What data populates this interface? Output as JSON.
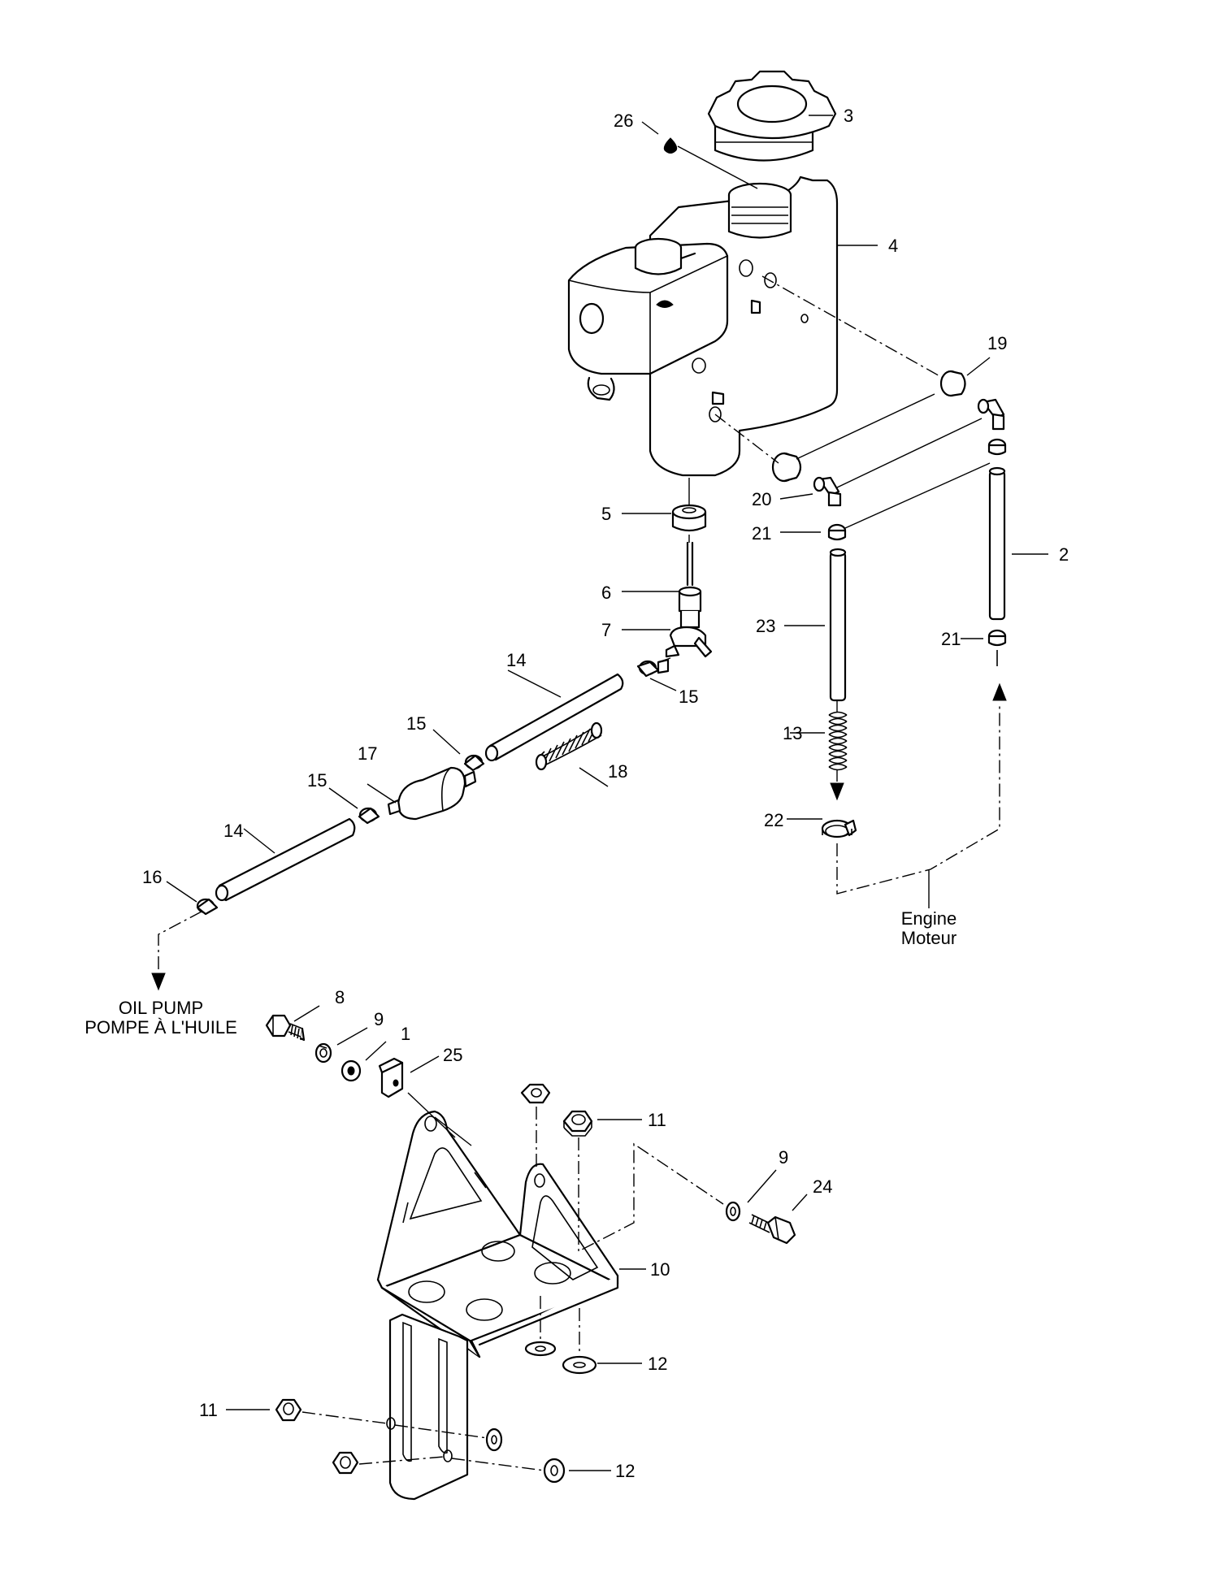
{
  "labels": {
    "p1": "1",
    "p2": "2",
    "p3": "3",
    "p4": "4",
    "p5": "5",
    "p6": "6",
    "p7": "7",
    "p8": "8",
    "p9a": "9",
    "p9b": "9",
    "p10": "10",
    "p11a": "11",
    "p11b": "11",
    "p12a": "12",
    "p12b": "12",
    "p13": "13",
    "p14a": "14",
    "p14b": "14",
    "p15a": "15",
    "p15b": "15",
    "p15c": "15",
    "p16": "16",
    "p17": "17",
    "p18": "18",
    "p19": "19",
    "p20": "20",
    "p21a": "21",
    "p21b": "21",
    "p22": "22",
    "p23": "23",
    "p24": "24",
    "p25": "25",
    "p26": "26"
  },
  "captions": {
    "engine_en": "Engine",
    "engine_fr": "Moteur",
    "oil_pump_en": "OIL PUMP",
    "oil_pump_fr": "POMPE À L'HUILE"
  }
}
